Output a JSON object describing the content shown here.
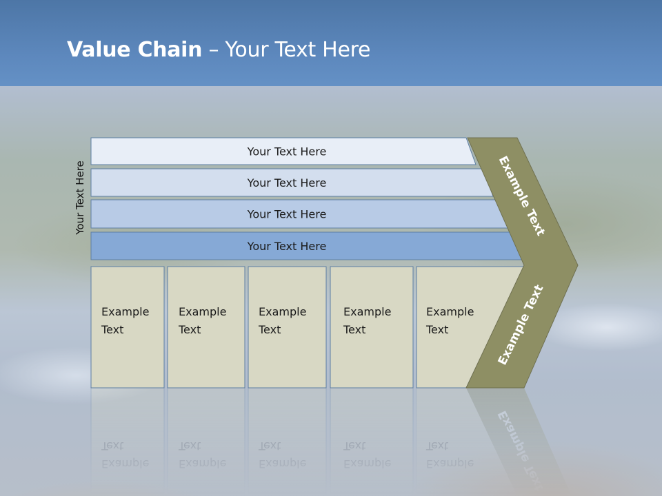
{
  "slide": {
    "title_bold": "Value Chain",
    "title_rest": " – Your Text Here",
    "side_label": "Your Text Here"
  },
  "bars": [
    "Your Text Here",
    "Your Text Here",
    "Your Text Here",
    "Your Text Here"
  ],
  "boxes": [
    [
      "Example",
      "Text"
    ],
    [
      "Example",
      "Text"
    ],
    [
      "Example",
      "Text"
    ],
    [
      "Example",
      "Text"
    ],
    [
      "Example",
      "Text"
    ]
  ],
  "chevron": {
    "upper_label": "Example Text",
    "lower_label": "Example Text"
  },
  "colors": {
    "bar_fills": [
      "#e8eef7",
      "#d3deee",
      "#b8cbe6",
      "#86a9d6"
    ],
    "box_fill": "#d8d8c4",
    "chevron_fill": "#8e8f64",
    "outline": "#5d7ea3"
  }
}
